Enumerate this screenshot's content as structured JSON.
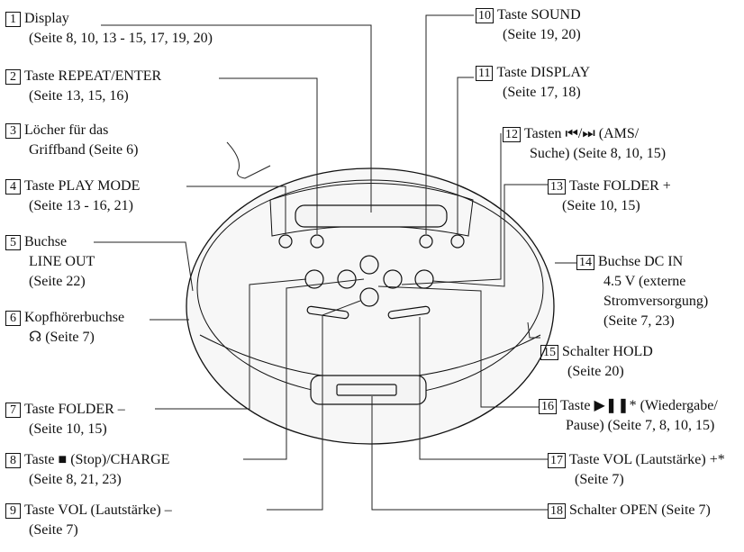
{
  "callouts": [
    {
      "n": "1",
      "line1": "Display",
      "line2": "(Seite 8, 10, 13 - 15, 17, 19, 20)"
    },
    {
      "n": "2",
      "line1": "Taste REPEAT/ENTER",
      "line2": "(Seite 13, 15, 16)"
    },
    {
      "n": "3",
      "line1": "Löcher für das",
      "line2": "Griffband (Seite 6)"
    },
    {
      "n": "4",
      "line1": "Taste PLAY MODE",
      "line2": "(Seite 13 - 16, 21)"
    },
    {
      "n": "5",
      "line1": "Buchse",
      "line2": "LINE OUT",
      "line3": "(Seite 22)"
    },
    {
      "n": "6",
      "line1": "Kopfhörerbuchse",
      "line2": "☊ (Seite 7)"
    },
    {
      "n": "7",
      "line1": "Taste FOLDER –",
      "line2": "(Seite 10, 15)"
    },
    {
      "n": "8",
      "line1": "Taste ■ (Stop)/CHARGE",
      "line2": "(Seite 8, 21, 23)"
    },
    {
      "n": "9",
      "line1": "Taste VOL (Lautstärke) –",
      "line2": "(Seite 7)"
    },
    {
      "n": "10",
      "line1": "Taste SOUND",
      "line2": "(Seite 19, 20)"
    },
    {
      "n": "11",
      "line1": "Taste DISPLAY",
      "line2": "(Seite 17, 18)"
    },
    {
      "n": "12",
      "line1": "Tasten ⏮/⏭ (AMS/",
      "line2": "Suche) (Seite 8, 10, 15)"
    },
    {
      "n": "13",
      "line1": "Taste FOLDER +",
      "line2": "(Seite 10, 15)"
    },
    {
      "n": "14",
      "line1": "Buchse DC IN",
      "line2": "4.5 V (externe",
      "line3": "Stromversorgung)",
      "line4": "(Seite 7, 23)"
    },
    {
      "n": "15",
      "line1": "Schalter HOLD",
      "line2": "(Seite 20)"
    },
    {
      "n": "16",
      "line1": "Taste ▶❚❚* (Wiedergabe/",
      "line2": "Pause) (Seite 7, 8, 10, 15)"
    },
    {
      "n": "17",
      "line1": "Taste VOL (Lautstärke) +*",
      "line2": "(Seite 7)"
    },
    {
      "n": "18",
      "line1": "Schalter OPEN (Seite 7)"
    }
  ]
}
